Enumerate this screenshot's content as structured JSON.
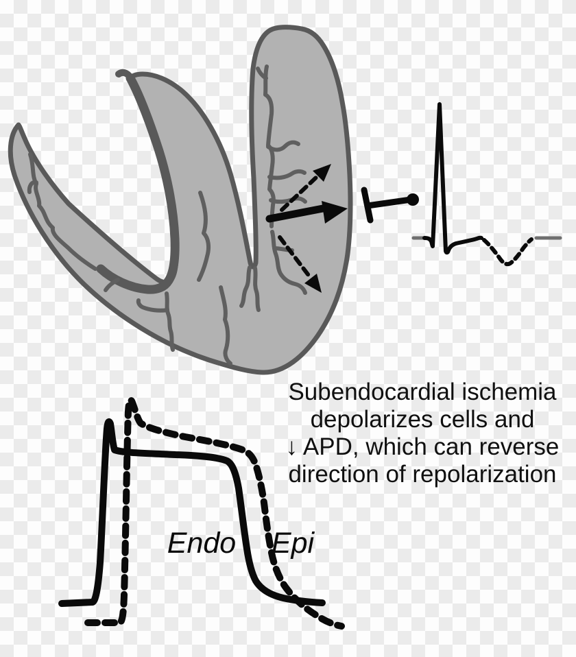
{
  "figure": {
    "caption": {
      "lines": [
        "Subendocardial ischemia",
        "depolarizes cells and",
        "↓ APD, which can reverse",
        "direction of repolarization"
      ]
    },
    "action_potential": {
      "endo_label": "Endo",
      "epi_label": "Epi"
    },
    "icons": [
      "heart-cross-section-illustration",
      "coronary-vessel-tree",
      "repolarization-direction-arrows",
      "electrode-lead-symbol",
      "ecg-trace-with-inverted-t-wave",
      "action-potential-curves"
    ],
    "colors": {
      "myocardium_fill": "#b2b2b2",
      "myocardium_outline": "#595959",
      "vessel": "#5f5f5f",
      "ink": "#0a0a0a",
      "ecg_baseline_gray": "#6f6f6f",
      "checker_light": "#fdfdfd",
      "checker_dark": "#ebebeb"
    }
  }
}
